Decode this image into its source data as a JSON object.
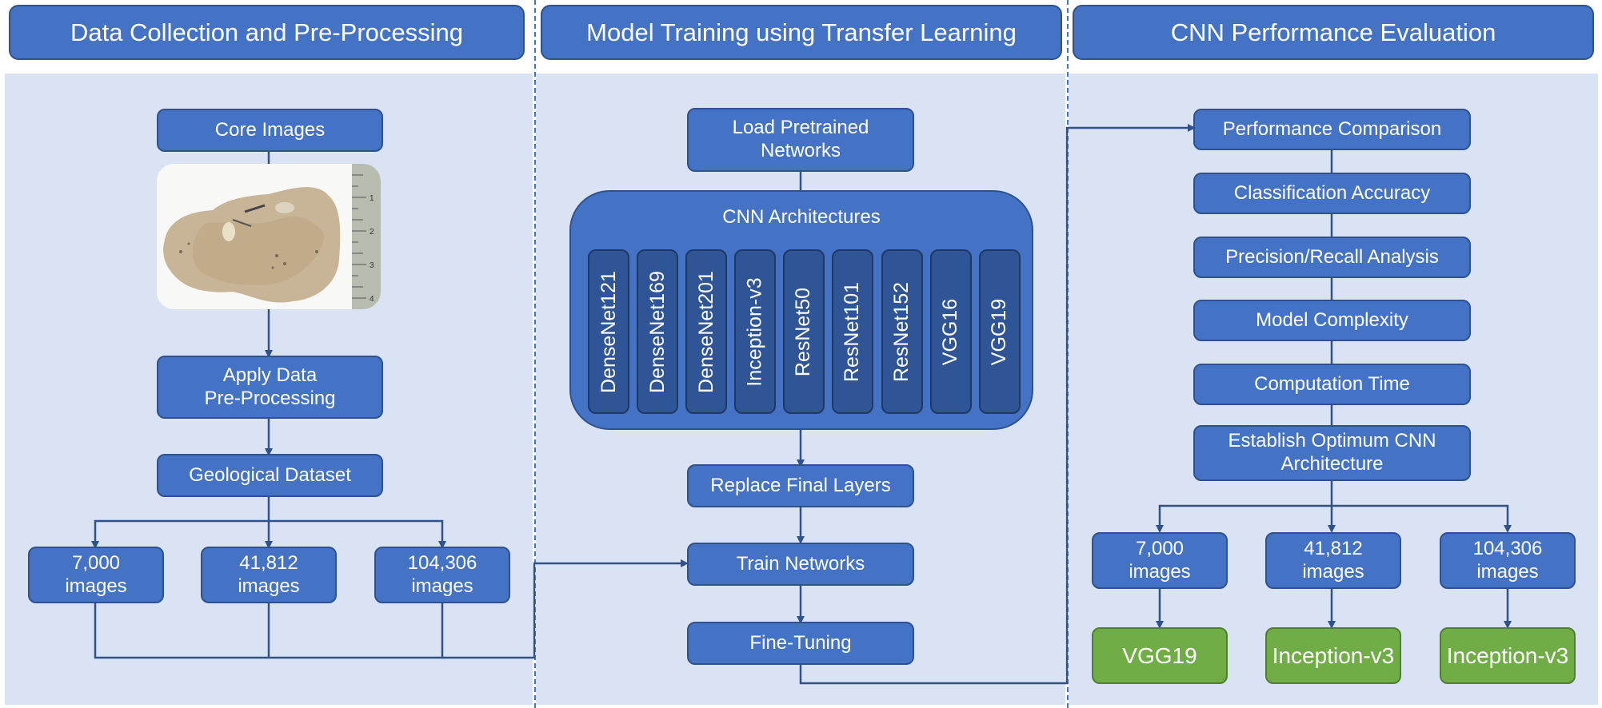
{
  "sections": {
    "data_collection": "Data Collection and Pre-Processing",
    "model_training": "Model Training using Transfer Learning",
    "evaluation": "CNN Performance Evaluation"
  },
  "left": {
    "core_images": "Core Images",
    "preprocessing_line1": "Apply Data",
    "preprocessing_line2": "Pre-Processing",
    "dataset": "Geological Dataset",
    "subsets": [
      {
        "count": "7,000",
        "unit": "images"
      },
      {
        "count": "41,812",
        "unit": "images"
      },
      {
        "count": "104,306",
        "unit": "images"
      }
    ],
    "ruler_ticks": [
      "1",
      "2",
      "3",
      "4"
    ]
  },
  "middle": {
    "load_line1": "Load Pretrained",
    "load_line2": "Networks",
    "cnn_title": "CNN Architectures",
    "architectures": [
      "DenseNet121",
      "DenseNet169",
      "DenseNet201",
      "Inception-v3",
      "ResNet50",
      "ResNet101",
      "ResNet152",
      "VGG16",
      "VGG19"
    ],
    "replace": "Replace Final Layers",
    "train": "Train Networks",
    "finetune": "Fine-Tuning"
  },
  "right": {
    "steps": [
      "Performance Comparison",
      "Classification Accuracy",
      "Precision/Recall Analysis",
      "Model Complexity",
      "Computation Time"
    ],
    "optimum_line1": "Establish Optimum CNN",
    "optimum_line2": "Architecture",
    "subsets": [
      {
        "count": "7,000",
        "unit": "images",
        "best": "VGG19"
      },
      {
        "count": "41,812",
        "unit": "images",
        "best": "Inception-v3"
      },
      {
        "count": "104,306",
        "unit": "images",
        "best": "Inception-v3"
      }
    ]
  },
  "colors": {
    "box": "#4472c4",
    "border": "#2f528f",
    "panel": "#dae3f3",
    "result": "#70ad47",
    "arch": "#2f5597"
  }
}
